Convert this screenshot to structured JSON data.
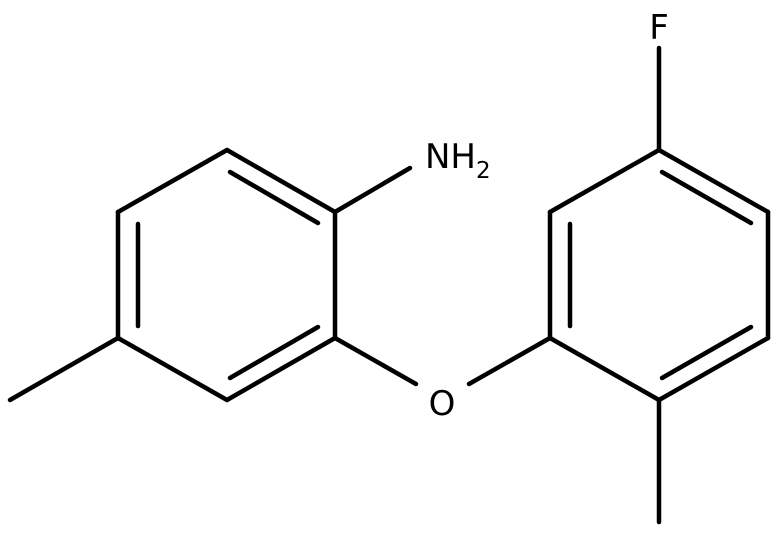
{
  "structure": {
    "atoms": {
      "amine": {
        "main": "NH",
        "subscript": "2"
      },
      "ether_oxygen": "O",
      "fluorine": "F"
    },
    "colors": {
      "bond": "#000000",
      "label": "#000000",
      "background": "#ffffff"
    }
  }
}
